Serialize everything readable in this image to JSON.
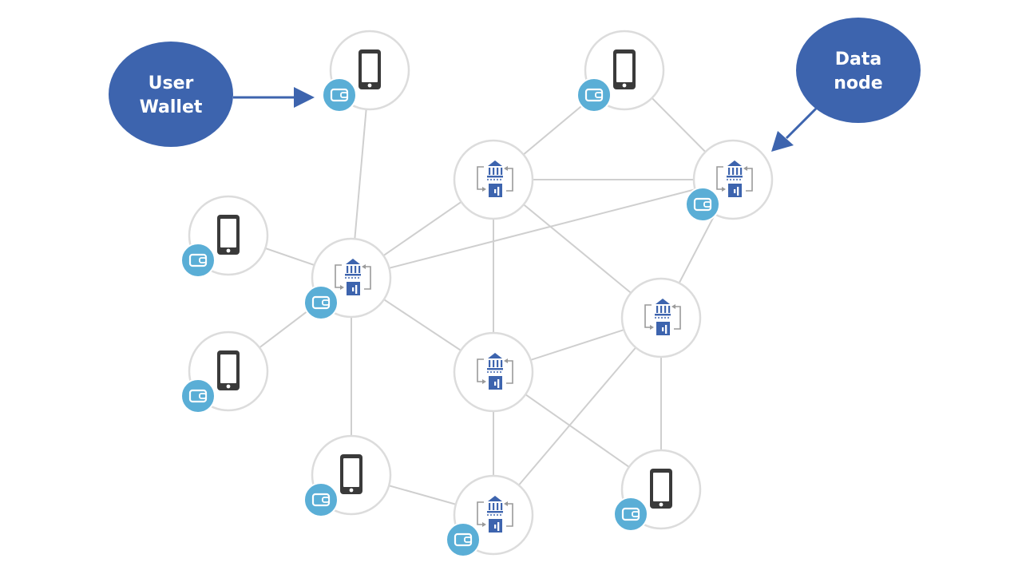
{
  "callouts": {
    "user_wallet": {
      "line1": "User",
      "line2": "Wallet"
    },
    "data_node": {
      "line1": "Data",
      "line2": "node"
    }
  },
  "colors": {
    "callout_fill": "#3d64ae",
    "arrow": "#3d64ae",
    "edge": "#cfcfcf",
    "node_border": "#dcdcdc",
    "wallet_badge": "#5aaed6",
    "phone": "#3a3a3a",
    "bank_icon": "#3d64ae",
    "sync_arrows": "#9a9a9a"
  },
  "nodes": [
    {
      "id": "phone-top-left",
      "kind": "phone",
      "wallet": true
    },
    {
      "id": "phone-top-right",
      "kind": "phone",
      "wallet": true
    },
    {
      "id": "data-top-center",
      "kind": "data",
      "wallet": false
    },
    {
      "id": "data-right",
      "kind": "data",
      "wallet": true
    },
    {
      "id": "phone-left-upper",
      "kind": "phone",
      "wallet": true
    },
    {
      "id": "data-left",
      "kind": "data",
      "wallet": true
    },
    {
      "id": "phone-left-lower",
      "kind": "phone",
      "wallet": true
    },
    {
      "id": "data-right-middle",
      "kind": "data",
      "wallet": false
    },
    {
      "id": "data-center",
      "kind": "data",
      "wallet": false
    },
    {
      "id": "phone-bottom-left",
      "kind": "phone",
      "wallet": true
    },
    {
      "id": "data-bottom",
      "kind": "data",
      "wallet": true
    },
    {
      "id": "phone-bottom-right",
      "kind": "phone",
      "wallet": true
    }
  ],
  "edges": [
    [
      "phone-top-left",
      "data-left"
    ],
    [
      "phone-left-upper",
      "data-left"
    ],
    [
      "phone-left-lower",
      "data-left"
    ],
    [
      "data-left",
      "phone-bottom-left"
    ],
    [
      "data-left",
      "data-top-center"
    ],
    [
      "data-left",
      "data-right"
    ],
    [
      "data-left",
      "data-center"
    ],
    [
      "phone-top-right",
      "data-top-center"
    ],
    [
      "phone-top-right",
      "data-right"
    ],
    [
      "data-top-center",
      "data-right"
    ],
    [
      "data-top-center",
      "data-center"
    ],
    [
      "data-top-center",
      "data-right-middle"
    ],
    [
      "data-right",
      "data-right-middle"
    ],
    [
      "data-center",
      "data-right-middle"
    ],
    [
      "data-center",
      "data-bottom"
    ],
    [
      "data-center",
      "phone-bottom-right"
    ],
    [
      "data-right-middle",
      "data-bottom"
    ],
    [
      "data-right-middle",
      "phone-bottom-right"
    ],
    [
      "phone-bottom-left",
      "data-bottom"
    ]
  ]
}
